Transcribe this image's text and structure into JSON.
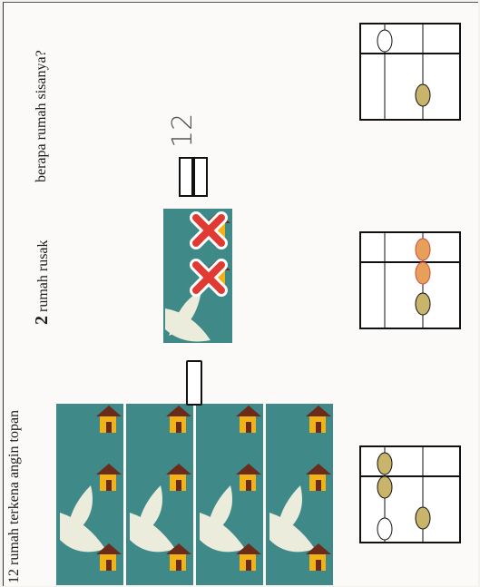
{
  "problem": {
    "label_1": "12 rumah terkena angin topan",
    "label_2_number": "2",
    "label_2_text": "rumah rusak",
    "question": "berapa rumah sisanya?",
    "handwritten_answer": "12"
  },
  "icons": {
    "house": "house-icon",
    "cyclone": "cyclone-icon",
    "cross": "cross-mark-icon",
    "minus": "minus-sign-icon",
    "equals": "equals-sign-icon",
    "abacus": "abacus-icon"
  },
  "colors": {
    "card": "#3f8a89",
    "house_wall": "#f2b317",
    "house_roof": "#6b2b1a",
    "cloud": "#ececdc",
    "cross": "#e03a33",
    "bead": "#c8b46a",
    "bead_removed": "#e7a05a"
  }
}
